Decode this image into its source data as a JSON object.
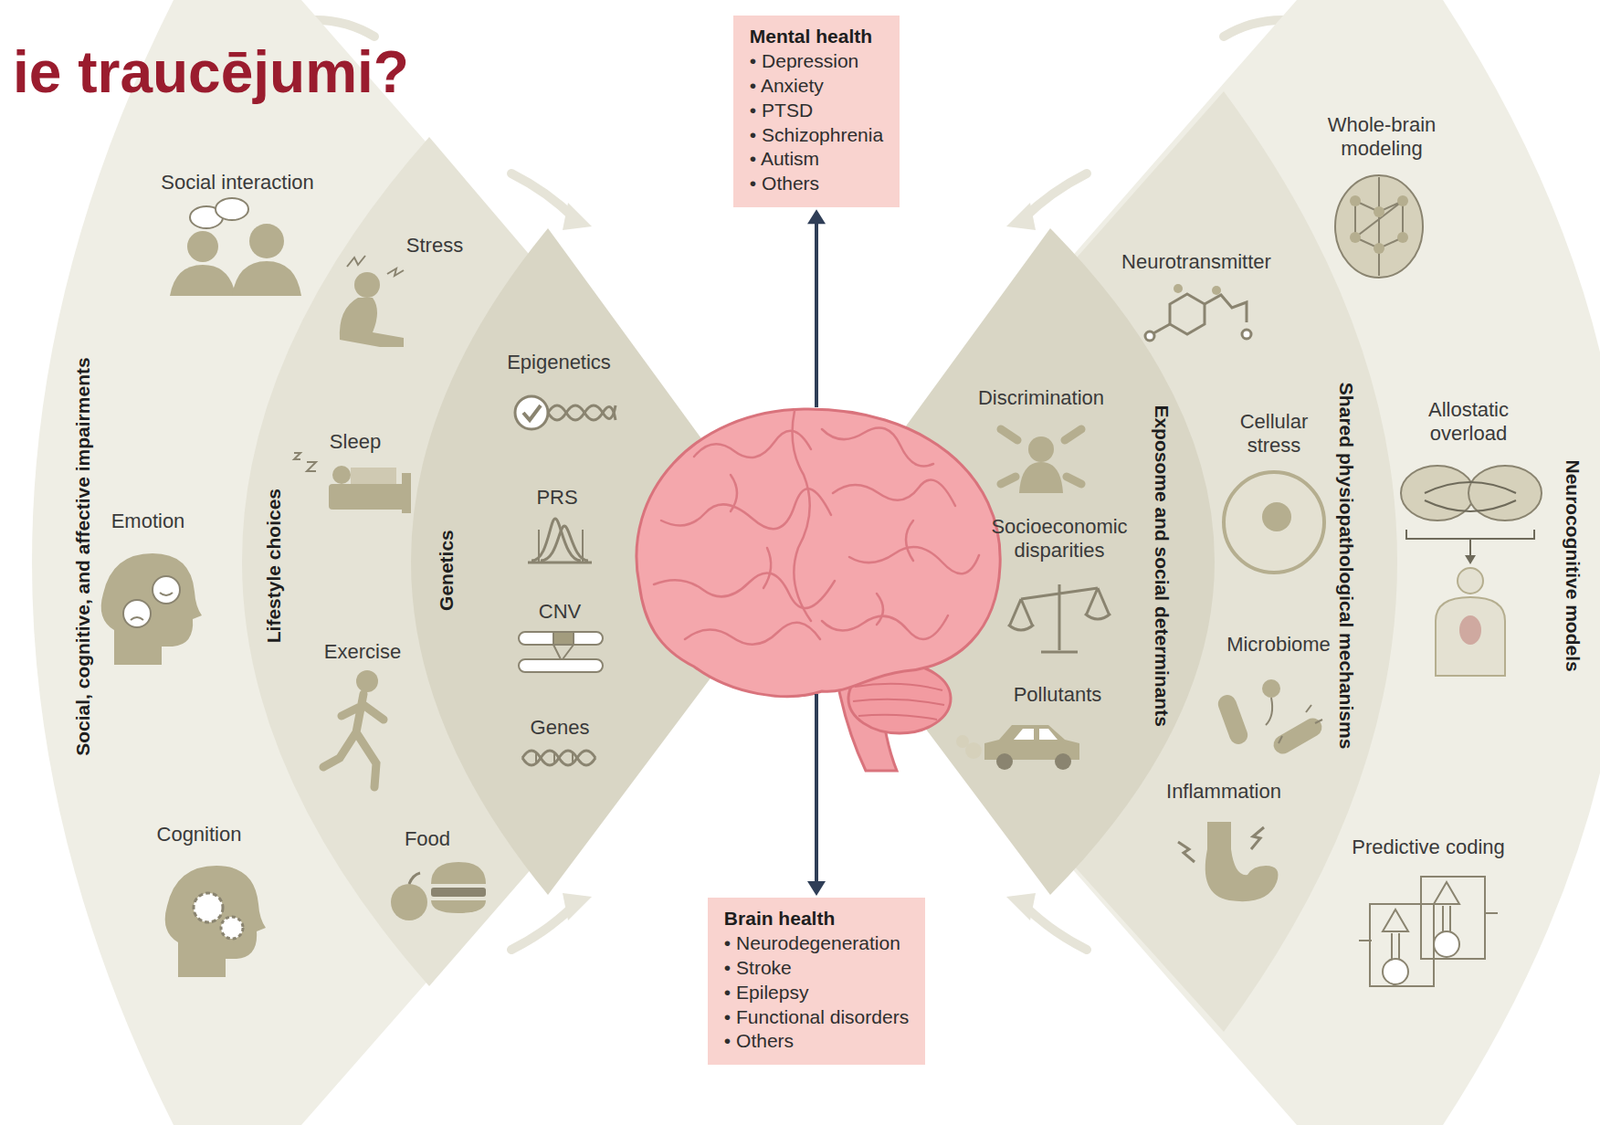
{
  "diagram": {
    "title": "ie traucējumi?",
    "nodes": [
      {
        "text": [
          "Mental health",
          "• Depression",
          "• Anxiety",
          "• PTSD",
          "• Schizophrenia",
          "• Autism",
          "• Others"
        ]
      },
      {
        "text": [
          "Social, cognitive, and affective impairments",
          "Social interaction",
          "Emotion",
          "Cognition"
        ]
      },
      {
        "text": [
          "Lifestyle choices",
          "Stress",
          "Sleep",
          "Exercise",
          "Food"
        ],
        "in": 1
      },
      {
        "text": [
          "Genetics",
          "Epigenetics",
          "PRS",
          "CNV",
          "Genes"
        ],
        "in": 2
      },
      {
        "text": [
          "Neurocognitive models",
          "Whole-brain modeling",
          "Allostatic overload",
          "Predictive coding"
        ]
      },
      {
        "text": [
          "Shared physiopathological mechanisms",
          "Neurotransmitter",
          "Cellular stress",
          "Microbiome",
          "Inflammation"
        ],
        "in": 4
      },
      {
        "text": [
          "Exposome and social determinants",
          "Discrimination",
          "Socioeconomic disparities",
          "Pollutants"
        ],
        "in": 5
      },
      {
        "text": [
          "Brain health",
          "• Neurodegeneration",
          "• Stroke",
          "• Epilepsy",
          "• Functional disorders",
          "• Others"
        ]
      }
    ]
  }
}
